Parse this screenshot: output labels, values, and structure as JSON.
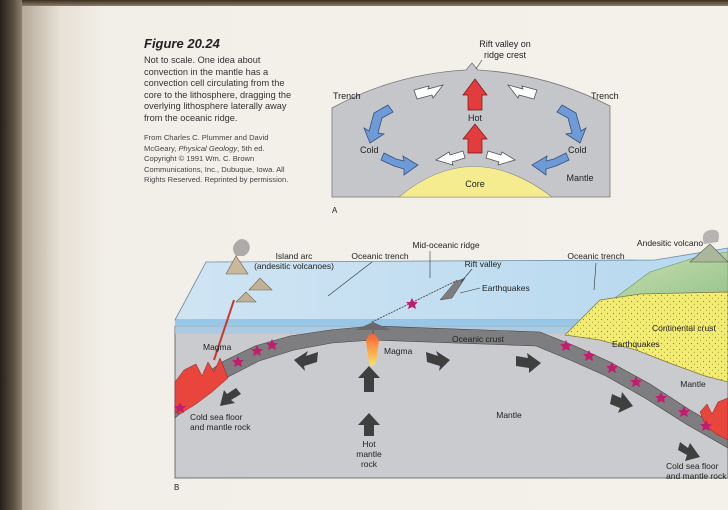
{
  "caption": {
    "figure_label": "Figure 20.24",
    "body": "Not to scale. One idea about convection in the mantle has a convection cell circulating from the core to the lithosphere, dragging the overlying lithosphere laterally away from the oceanic ridge.",
    "credit": "From Charles C. Plummer and David McGeary, Physical Geology, 5th ed. Copyright © 1991 Wm. C. Brown Communications, Inc., Dubuque, Iowa. All Rights Reserved. Reprinted by permission.",
    "credit_book_title": "Physical Geology"
  },
  "diagram_a": {
    "panel_letter": "A",
    "labels": {
      "rift_valley_line1": "Rift valley on",
      "rift_valley_line2": "ridge crest",
      "trench_left": "Trench",
      "trench_right": "Trench",
      "hot": "Hot",
      "cold_left": "Cold",
      "cold_right": "Cold",
      "core": "Core",
      "mantle": "Mantle"
    },
    "colors": {
      "mantle": "#c4c6c9",
      "core": "#f4ec8e",
      "hot_arrow": "#e23c3c",
      "cold_arrow": "#6f9ad8",
      "flow_arrow": "#ffffff"
    }
  },
  "diagram_b": {
    "panel_letter": "B",
    "labels": {
      "island_arc_line1": "Island arc",
      "island_arc_line2": "(andesitic volcanoes)",
      "oceanic_trench_left": "Oceanic trench",
      "mid_oceanic_ridge": "Mid-oceanic ridge",
      "rift_valley": "Rift valley",
      "oceanic_trench_right": "Oceanic trench",
      "andesitic_volcano": "Andesitic volcano",
      "earthquakes_top": "Earthquakes",
      "continental_crust": "Continental crust",
      "oceanic_crust": "Oceanic crust",
      "earthquakes_right": "Earthquakes",
      "magma_left": "Magma",
      "magma_center": "Magma",
      "mantle_center": "Mantle",
      "mantle_right": "Mantle",
      "cold_left_line1": "Cold sea floor",
      "cold_left_line2": "and mantle rock",
      "hot_line1": "Hot",
      "hot_line2": "mantle",
      "hot_line3": "rock",
      "cold_right_line1": "Cold sea floor",
      "cold_right_line2": "and mantle rock"
    },
    "colors": {
      "ocean": "#a9d1ec",
      "mantle": "#c9cbcf",
      "crust": "#7e7e80",
      "continent": "#f3ec72",
      "magma": "#e8463c",
      "quake_star": "#c21e6e",
      "arrow": "#3f3f40"
    }
  }
}
